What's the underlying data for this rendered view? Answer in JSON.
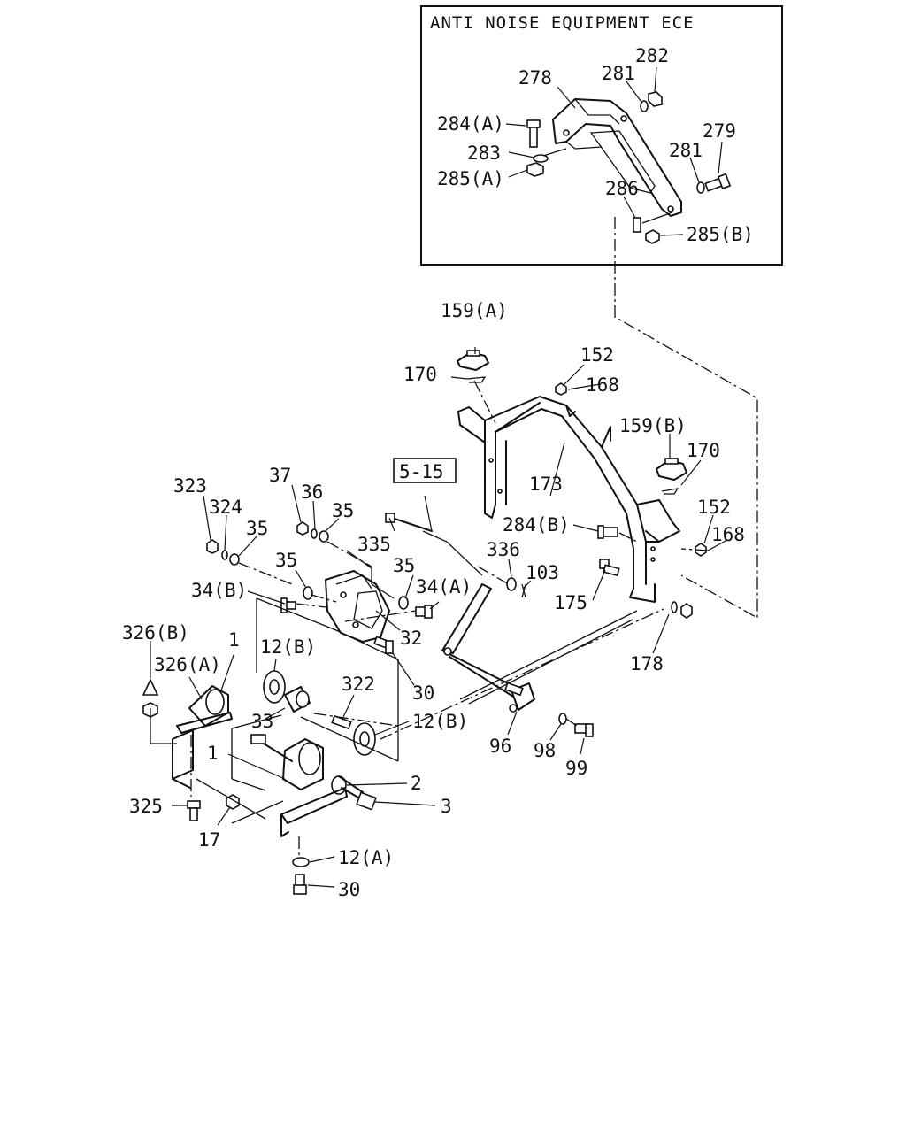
{
  "inset": {
    "title": "ANTI NOISE EQUIPMENT ECE"
  },
  "ref_box": {
    "label": "5-15"
  },
  "callouts": {
    "c282": "282",
    "c281a": "281",
    "c278": "278",
    "c284a": "284(A)",
    "c283": "283",
    "c285a": "285(A)",
    "c281b": "281",
    "c279": "279",
    "c286": "286",
    "c285b": "285(B)",
    "c159a": "159(A)",
    "c152a": "152",
    "c170a": "170",
    "c168a": "168",
    "c159b": "159(B)",
    "c170b": "170",
    "c173": "173",
    "c284b": "284(B)",
    "c152b": "152",
    "c168b": "168",
    "c323": "323",
    "c37": "37",
    "c36": "36",
    "c35a": "35",
    "c324": "324",
    "c35b": "35",
    "c335": "335",
    "c336": "336",
    "c103": "103",
    "c35c": "35",
    "c35d": "35",
    "c34a": "34(A)",
    "c34b": "34(B)",
    "c175": "175",
    "c326b": "326(B)",
    "c1a": "1",
    "c12ba": "12(B)",
    "c326a": "326(A)",
    "c32": "32",
    "c322": "322",
    "c30a": "30",
    "c178": "178",
    "c33": "33",
    "c12bb": "12(B)",
    "c1b": "1",
    "c96": "96",
    "c98": "98",
    "c99": "99",
    "c2": "2",
    "c325": "325",
    "c3": "3",
    "c17": "17",
    "c12a": "12(A)",
    "c30b": "30"
  }
}
